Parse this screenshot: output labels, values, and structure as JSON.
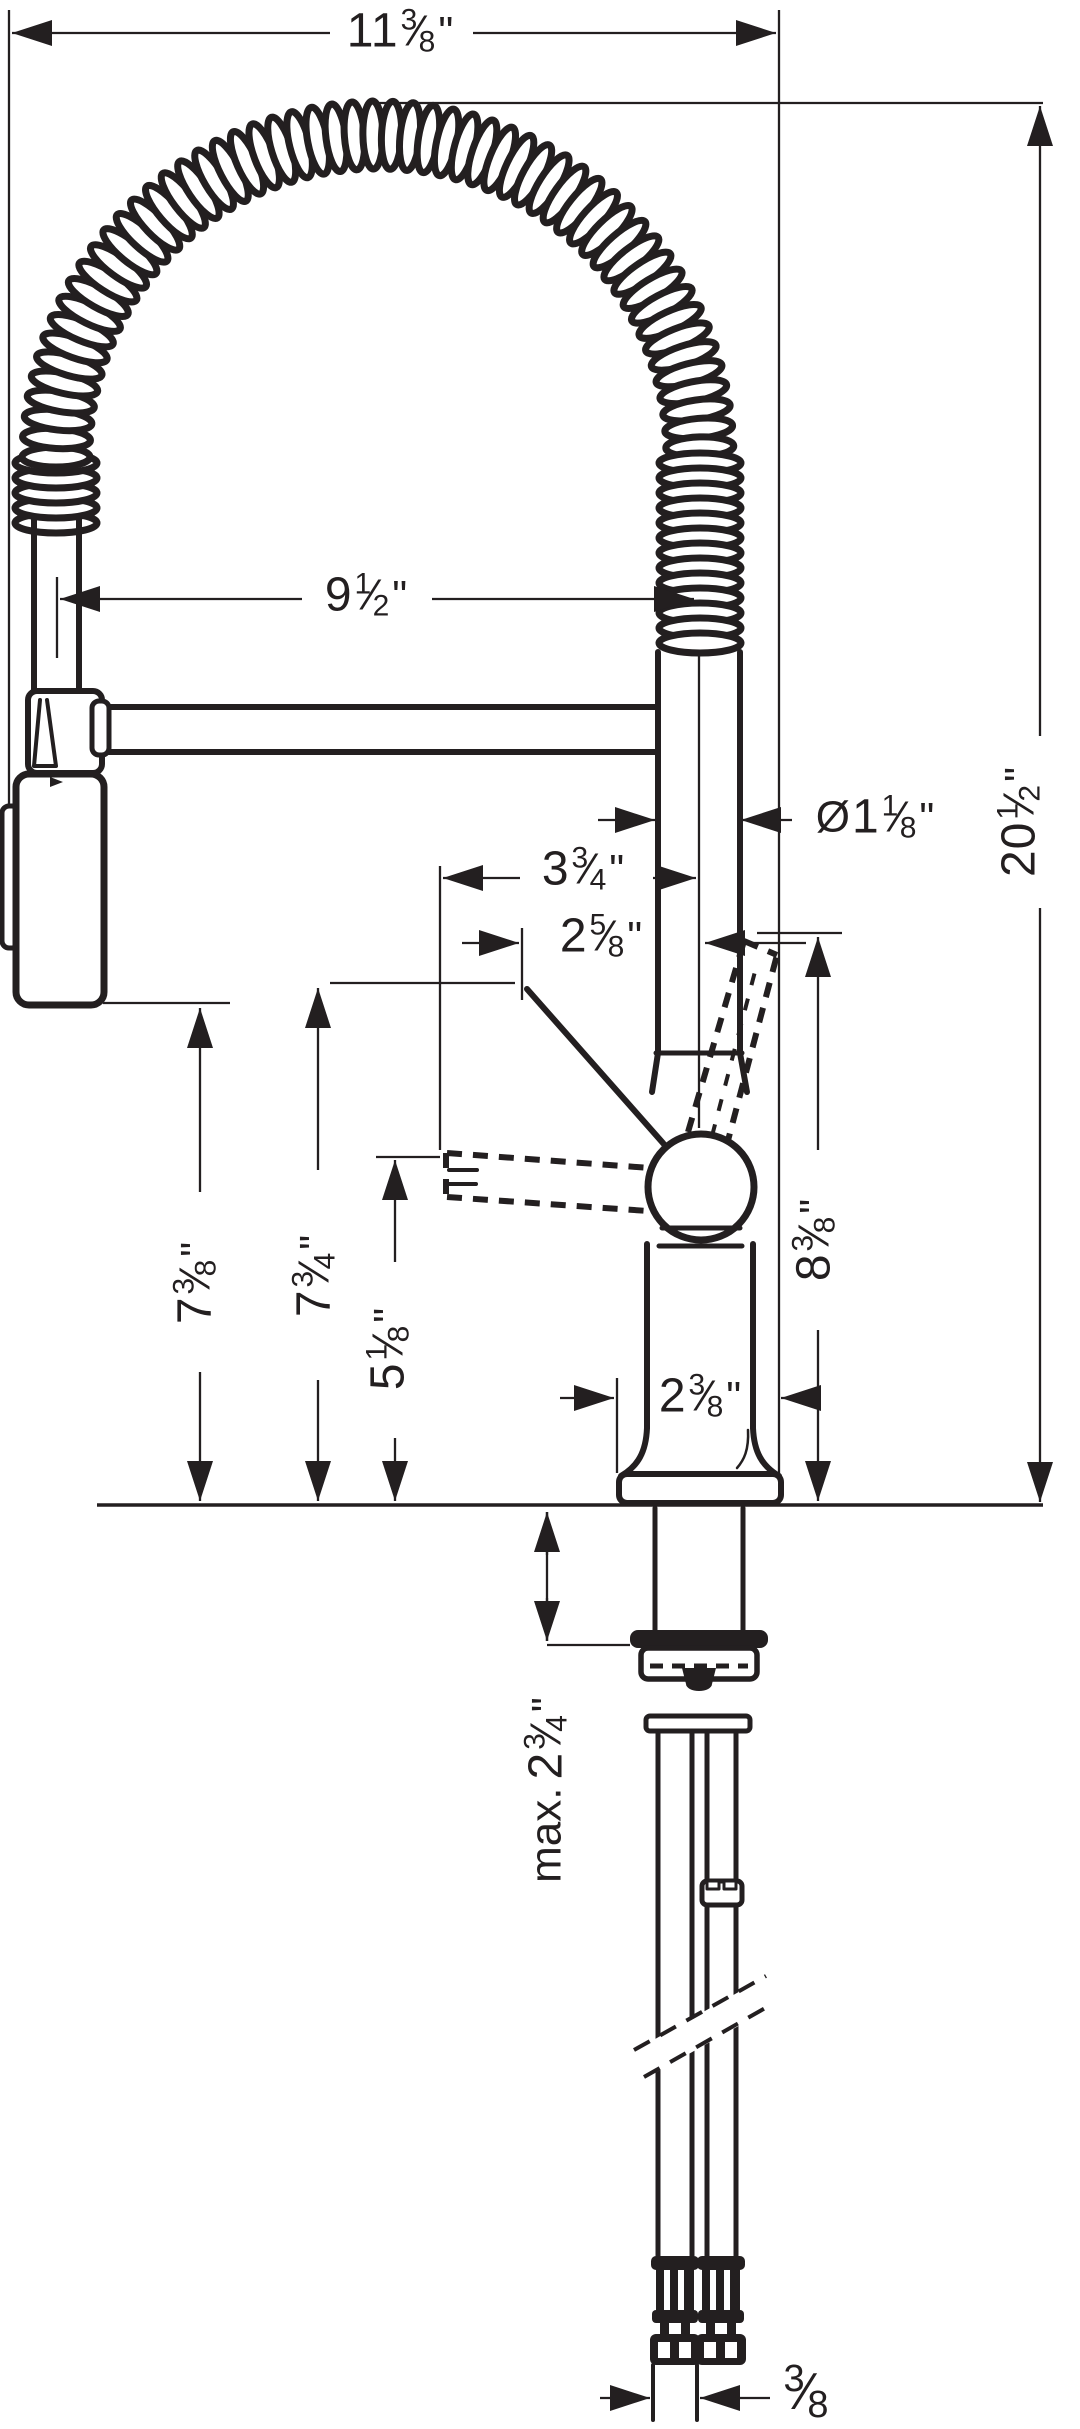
{
  "dims": {
    "top_width": {
      "whole": "11",
      "num": "3",
      "den": "8",
      "unit": "\""
    },
    "spout_reach": {
      "whole": "9",
      "num": "1",
      "den": "2",
      "unit": "\""
    },
    "overall_height": {
      "whole": "20",
      "num": "1",
      "den": "2",
      "unit": "\""
    },
    "spout_diameter": {
      "prefix": "Ø",
      "whole": "1",
      "num": "1",
      "den": "8",
      "unit": "\""
    },
    "handle_reach": {
      "whole": "3",
      "num": "3",
      "den": "4",
      "unit": "\""
    },
    "handle_tip": {
      "whole": "2",
      "num": "5",
      "den": "8",
      "unit": "\""
    },
    "sprayer_height": {
      "whole": "7",
      "num": "3",
      "den": "8",
      "unit": "\""
    },
    "handle_height": {
      "whole": "7",
      "num": "3",
      "den": "4",
      "unit": "\""
    },
    "handle_low_height": {
      "whole": "5",
      "num": "1",
      "den": "8",
      "unit": "\""
    },
    "handle_top_height": {
      "whole": "8",
      "num": "3",
      "den": "8",
      "unit": "\""
    },
    "base_width": {
      "whole": "2",
      "num": "3",
      "den": "8",
      "unit": "\""
    },
    "max_deck": {
      "prefix": "max.",
      "whole": "2",
      "num": "3",
      "den": "4",
      "unit": "\""
    },
    "connector_thread": {
      "num": "3",
      "den": "8"
    }
  },
  "colors": {
    "ink": "#231f20",
    "background": "#ffffff"
  }
}
